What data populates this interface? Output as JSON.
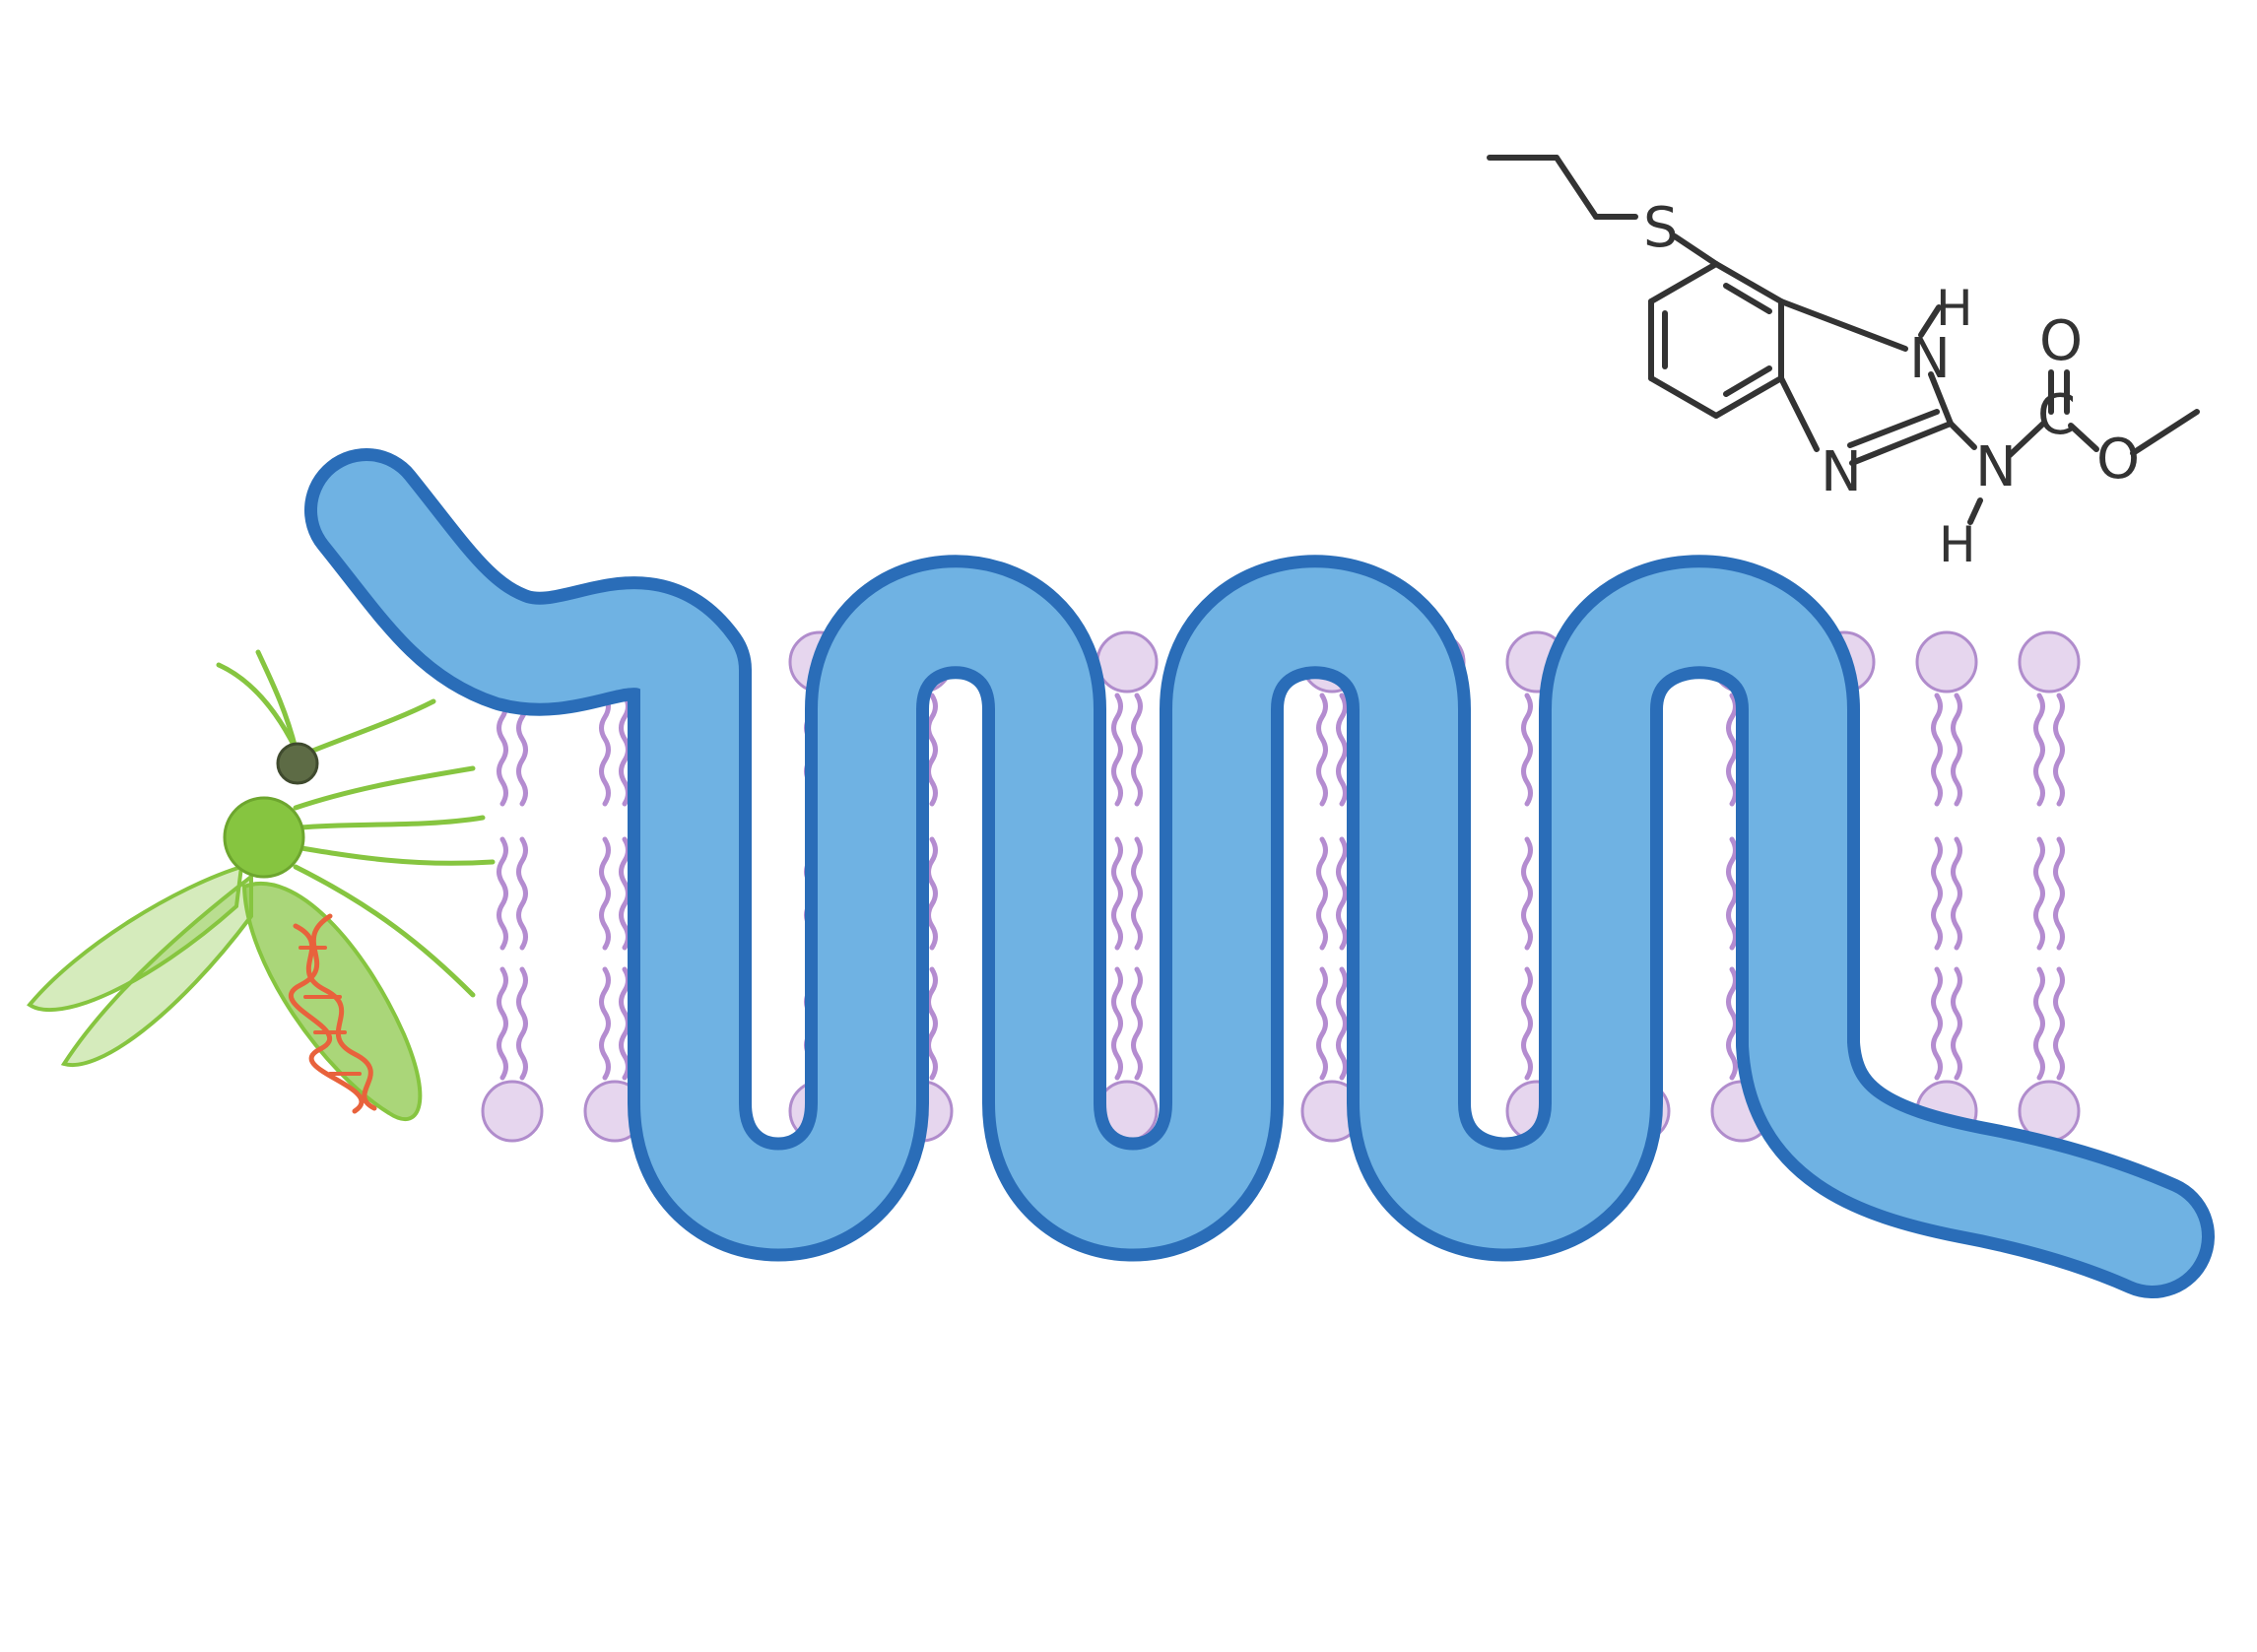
{
  "illustration": {
    "colors": {
      "background": "#ffffff",
      "membrane_head_fill": "#e6d6ee",
      "membrane_head_stroke": "#b08ccc",
      "membrane_tail": "#b48cd0",
      "protein_fill": "#6fb2e3",
      "protein_outline": "#2a6db8",
      "mosquito_green": "#86c540",
      "mosquito_dark": "#5d6b45",
      "dna_red": "#e8623c",
      "molecule_ink": "#333333"
    },
    "icons": [
      "lipid-bilayer-icon",
      "transmembrane-protein-icon",
      "mosquito-icon",
      "dna-helix-icon",
      "molecule-structure-icon"
    ],
    "membrane": {
      "upper_head_count": 16,
      "lower_head_count": 16
    },
    "protein": {
      "transmembrane_segments": 7
    },
    "molecule": {
      "atom_labels": {
        "sulfur": "S",
        "nitrogen_1": "N",
        "nitrogen_1_h": "H",
        "nitrogen_2": "N",
        "nitrogen_3": "N",
        "nitrogen_3_h": "H",
        "carbon": "C",
        "oxygen_double": "O",
        "oxygen_ester": "O"
      }
    }
  }
}
